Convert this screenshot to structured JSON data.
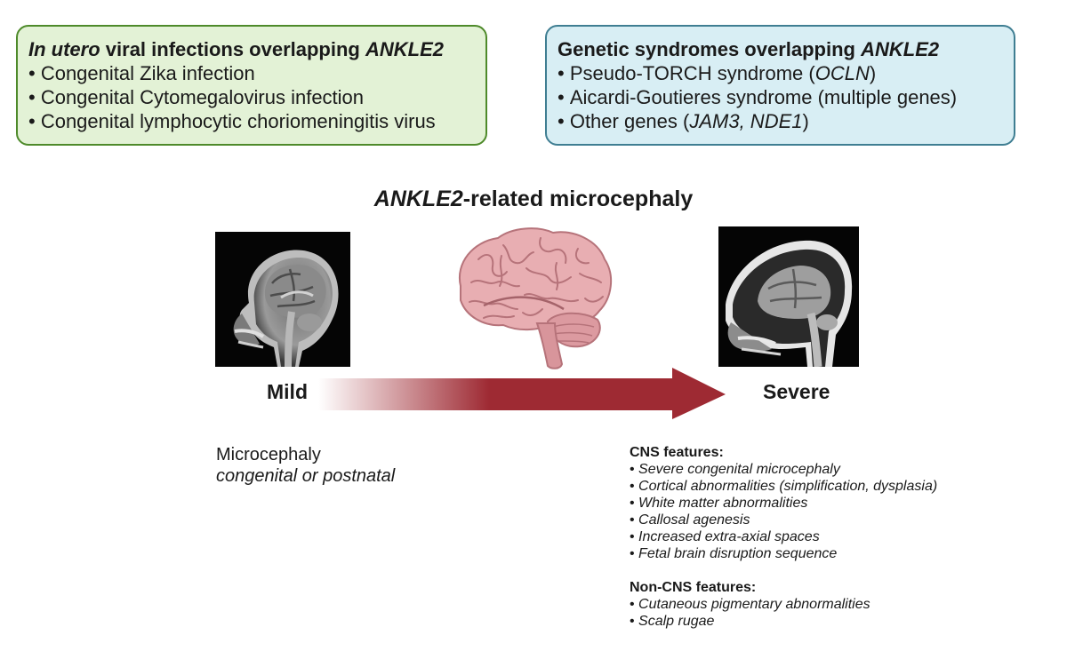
{
  "colors": {
    "green_fill": "#e3f2d6",
    "green_border": "#4e8a2a",
    "blue_fill": "#d8eef4",
    "blue_border": "#3f7e92",
    "arrow": "#9e2a33",
    "brain": "#e4a3a8"
  },
  "viral_box": {
    "title_italic": "In utero",
    "title_mid": " viral infections overlapping ",
    "title_gene": "ANKLE2",
    "items": [
      "Congenital Zika infection",
      "Congenital Cytomegalovirus infection",
      "Congenital lymphocytic choriomeningitis virus"
    ]
  },
  "genetic_box": {
    "title_text": "Genetic syndromes overlapping ",
    "title_gene": "ANKLE2",
    "item1_text": "Pseudo-TORCH syndrome (",
    "item1_gene": "OCLN",
    "item1_end": ")",
    "item2": "Aicardi-Goutieres syndrome (multiple genes)",
    "item3_text": "Other genes (",
    "item3_gene": "JAM3, NDE1",
    "item3_end": ")"
  },
  "main_title": {
    "gene": "ANKLE2",
    "rest": "-related microcephaly"
  },
  "spectrum": {
    "mild_label": "Mild",
    "severe_label": "Severe"
  },
  "mild_description": {
    "line1": "Microcephaly",
    "line2": "congenital or postnatal"
  },
  "severe_features": {
    "cns_title": "CNS features:",
    "cns_items": [
      "Severe congenital microcephaly",
      "Cortical abnormalities (simplification, dysplasia)",
      "White matter abnormalities",
      "Callosal agenesis",
      "Increased extra-axial spaces",
      "Fetal brain disruption sequence"
    ],
    "non_cns_title": "Non-CNS features:",
    "non_cns_items": [
      "Cutaneous pigmentary abnormalities",
      "Scalp rugae"
    ]
  },
  "icons": [
    "brain-illustration",
    "mri-sagittal-mild",
    "mri-sagittal-severe",
    "spectrum-arrow"
  ]
}
